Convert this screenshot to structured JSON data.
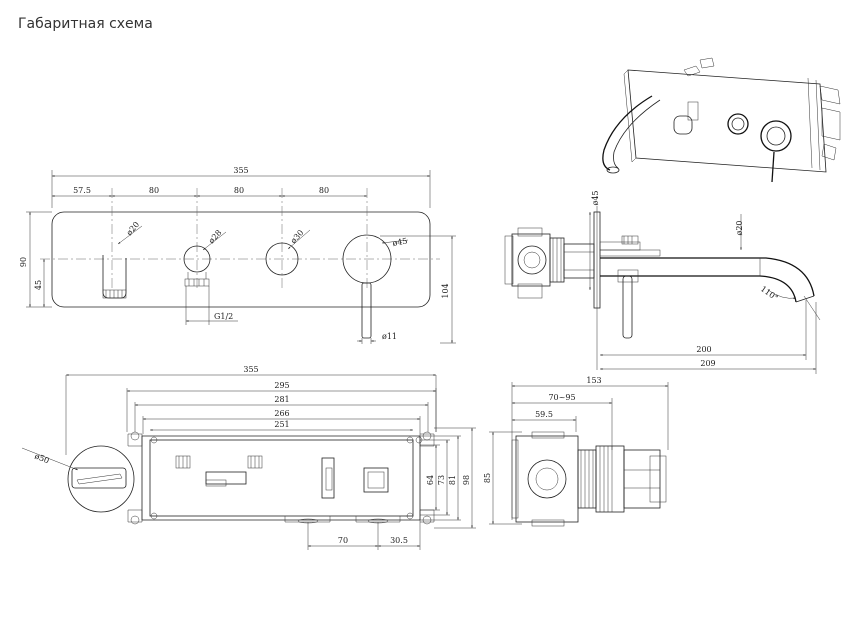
{
  "page": {
    "title": "Габаритная схема"
  },
  "front_view": {
    "total_width": "355",
    "segments": [
      "57.5",
      "80",
      "80",
      "80"
    ],
    "height_left": "90",
    "height_center": "45",
    "height_right": "104",
    "spout_dia": "ø20",
    "handle1_dia": "ø28",
    "handle2_dia": "ø30",
    "handle3_dia": "ø45",
    "thread": "G1/2",
    "lever_dia": "ø11"
  },
  "side_view": {
    "plate_dia": "ø45",
    "spout_dia": "ø20",
    "angle": "110°",
    "length_inner": "200",
    "length_total": "209"
  },
  "box_view": {
    "w355": "355",
    "w295": "295",
    "w281": "281",
    "w266": "266",
    "w251": "251",
    "dia50": "ø50",
    "h64": "64",
    "h73": "73",
    "h81": "81",
    "h98": "98",
    "outlet_spacing": "70",
    "outlet_edge": "30.5"
  },
  "box_side": {
    "depth_total": "153",
    "depth_range": "70~95",
    "depth_inner": "59.5",
    "height": "85"
  }
}
